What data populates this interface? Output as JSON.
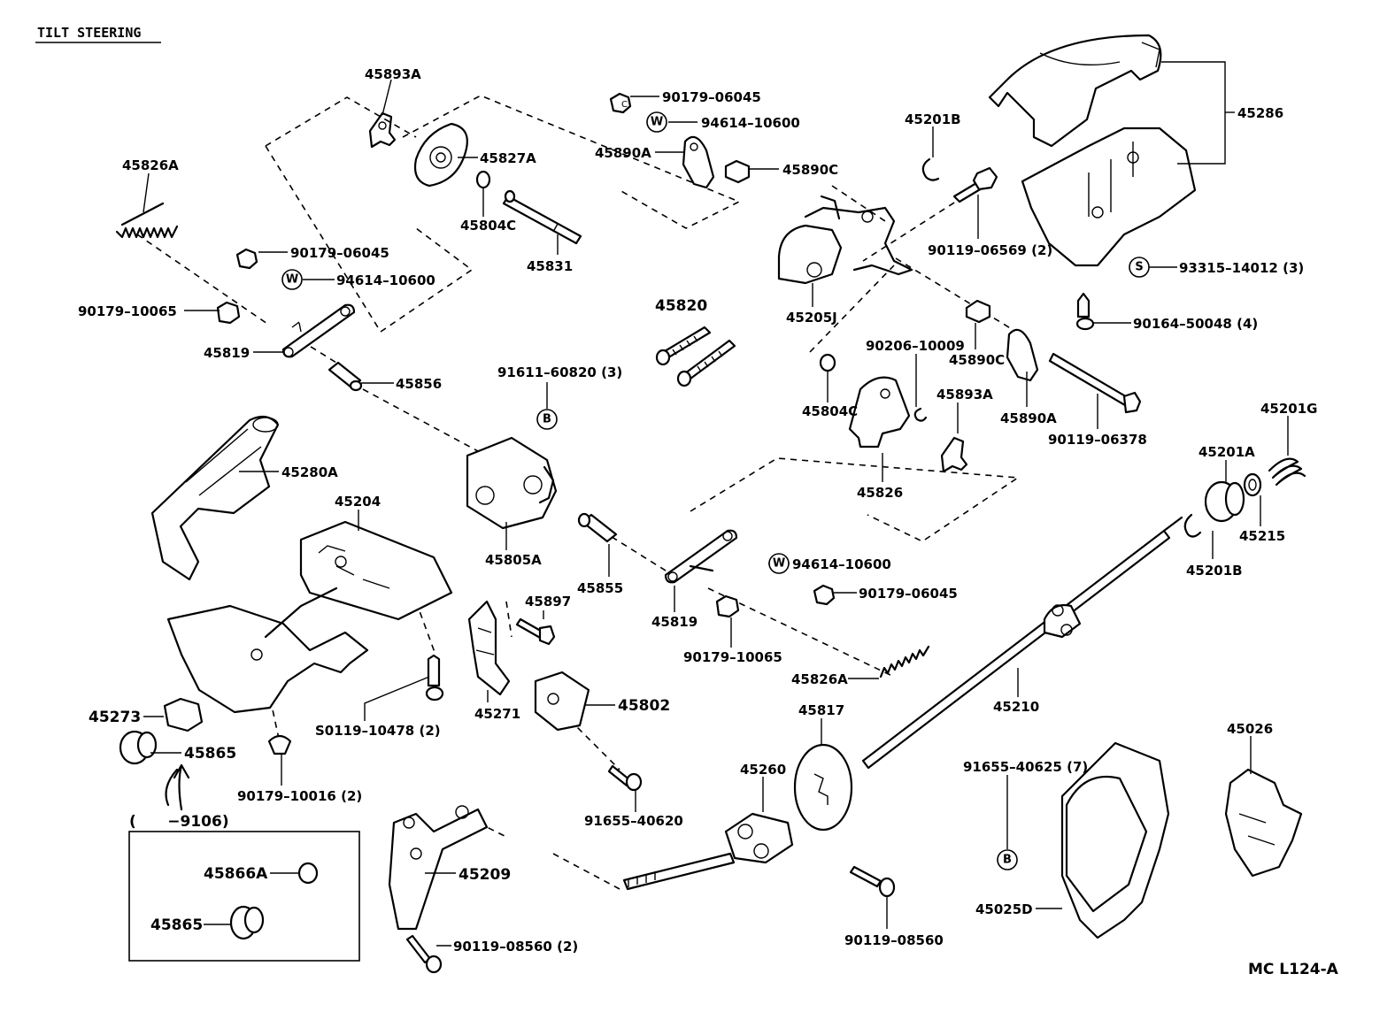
{
  "title": "TILT STEERING",
  "footer_code": "MC L124-A",
  "callouts": {
    "p45893A_top": "45893A",
    "p45826A_left": "45826A",
    "p45827A": "45827A",
    "p45804C_top": "45804C",
    "p45831": "45831",
    "p90179_06045_top": "90179–06045",
    "w94614_top": "94614–10600",
    "p45890A_top": "45890A",
    "p45890C_top": "45890C",
    "p45201B_top": "45201B",
    "p45286": "45286",
    "p90119_06569": "90119–06569 (2)",
    "s93315": "93315–14012 (3)",
    "p90164": "90164–50048 (4)",
    "p90179_06045_left": "90179–06045",
    "w94614_left": "94614–10600",
    "p90179_10065_left": "90179–10065",
    "p45819_left": "45819",
    "p45856": "45856",
    "p45820": "45820",
    "p91611": "91611–60820 (3)",
    "p45205J": "45205J",
    "p90206": "90206–10009",
    "p45890C_mid": "45890C",
    "p45804C_mid": "45804C",
    "p45893A_mid": "45893A",
    "p45890A_mid": "45890A",
    "p90119_06378": "90119–06378",
    "p45826": "45826",
    "p45201G": "45201G",
    "p45201A": "45201A",
    "p45215": "45215",
    "p45201B_right": "45201B",
    "p45280A": "45280A",
    "p45204": "45204",
    "p45805A": "45805A",
    "p45855": "45855",
    "w94614_mid": "94614–10600",
    "p90179_06045_mid": "90179–06045",
    "p45819_mid": "45819",
    "p90179_10065_mid": "90179–10065",
    "p45897": "45897",
    "p45271": "45271",
    "p45802": "45802",
    "p50119": "S0119–10478 (2)",
    "p45826A_mid": "45826A",
    "p45210": "45210",
    "p45817": "45817",
    "p45273": "45273",
    "p45865_top": "45865",
    "p90179_10016": "90179–10016 (2)",
    "p91655_40620": "91655–40620",
    "p45260": "45260",
    "p91655_40625": "91655–40625 (7)",
    "p45026": "45026",
    "p45209": "45209",
    "p90119_08560_left": "90119–08560 (2)",
    "p90119_08560_mid": "90119–08560",
    "p45025D": "45025D",
    "p45866A": "45866A",
    "p45865_box": "45865",
    "box_range": "(      −9106)"
  },
  "symbols": {
    "washer": "W",
    "screw": "S",
    "bolt": "B"
  }
}
